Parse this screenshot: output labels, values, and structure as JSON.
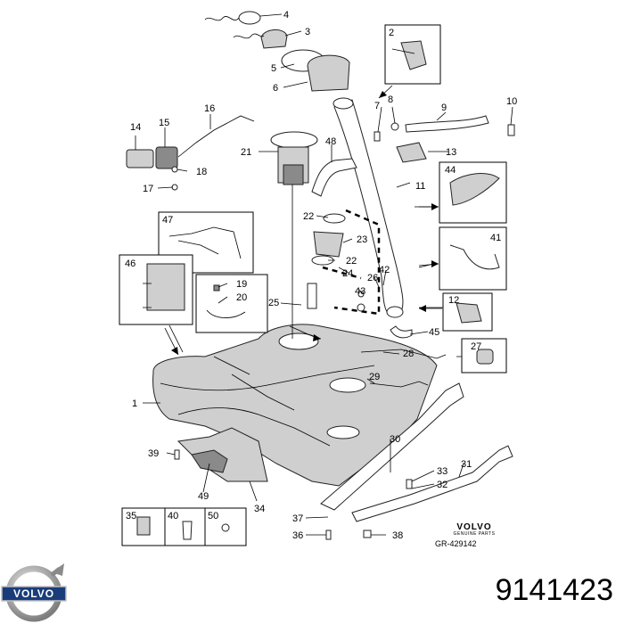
{
  "diagram": {
    "labels": [
      "1",
      "2",
      "3",
      "4",
      "5",
      "6",
      "7",
      "8",
      "9",
      "10",
      "11",
      "12",
      "13",
      "14",
      "15",
      "16",
      "17",
      "18",
      "19",
      "20",
      "21",
      "22",
      "23",
      "24",
      "25",
      "26",
      "27",
      "28",
      "29",
      "30",
      "31",
      "32",
      "33",
      "34",
      "35",
      "36",
      "37",
      "38",
      "39",
      "40",
      "41",
      "42",
      "43",
      "44",
      "45",
      "46",
      "47",
      "48",
      "49",
      "50"
    ]
  },
  "brand": {
    "name": "VOLVO",
    "sub": "GENUINE PARTS"
  },
  "ref_code": "GR-429142",
  "logo_text": "VOLVO",
  "part_number": "9141423"
}
